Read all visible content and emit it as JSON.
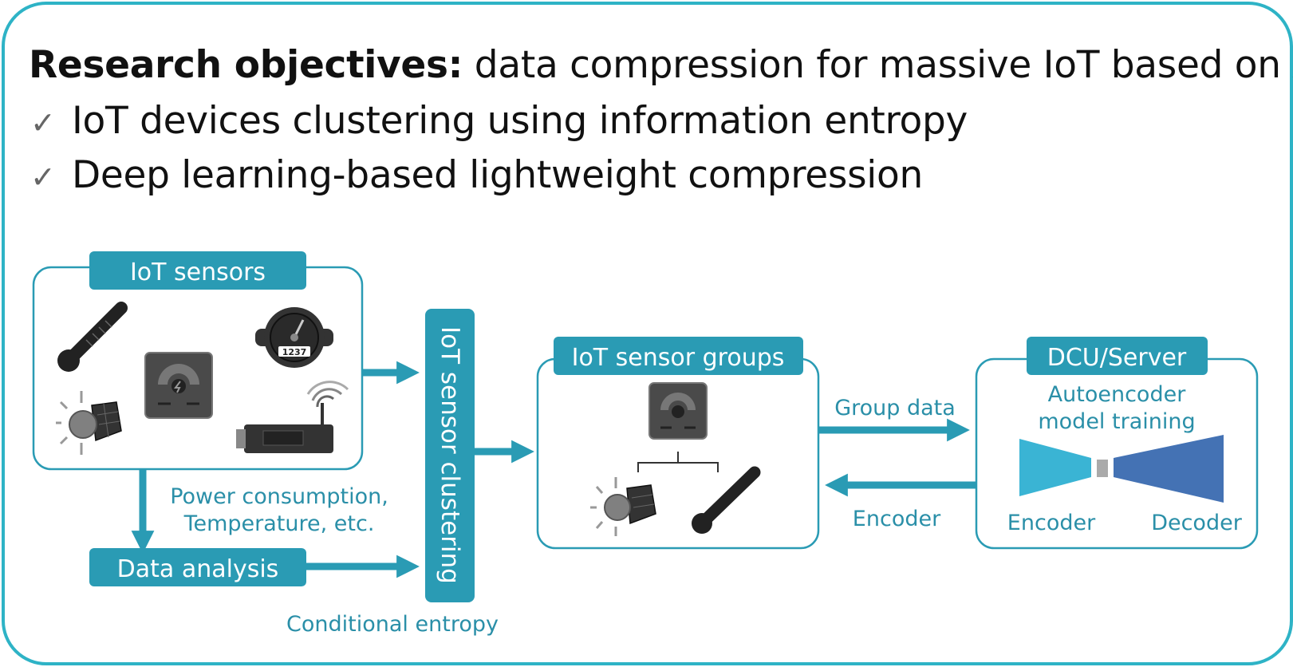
{
  "heading": {
    "bold": "Research objectives:",
    "rest": " data compression for massive IoT based on AI"
  },
  "bullets": [
    {
      "icon": "check-icon",
      "text": "IoT devices clustering using information entropy"
    },
    {
      "icon": "check-icon",
      "text": "Deep learning-based lightweight compression"
    }
  ],
  "diagram": {
    "sensors_title": "IoT sensors",
    "data_analysis": "Data analysis",
    "analysis_note_1": "Power consumption,",
    "analysis_note_2": "Temperature, etc.",
    "clustering": "IoT sensor clustering",
    "conditional_entropy": "Conditional entropy",
    "groups_title": "IoT sensor groups",
    "group_data": "Group data",
    "encoder_return": "Encoder",
    "server_title": "DCU/Server",
    "ae_line1": "Autoencoder",
    "ae_line2": "model training",
    "encoder": "Encoder",
    "decoder": "Decoder",
    "meter_digits": "1237"
  },
  "colors": {
    "teal": "#2a9bb4",
    "frame": "#2eb3c6",
    "encoder": "#3ab4d4",
    "decoder": "#4472b4",
    "label": "#2a8fa8"
  }
}
